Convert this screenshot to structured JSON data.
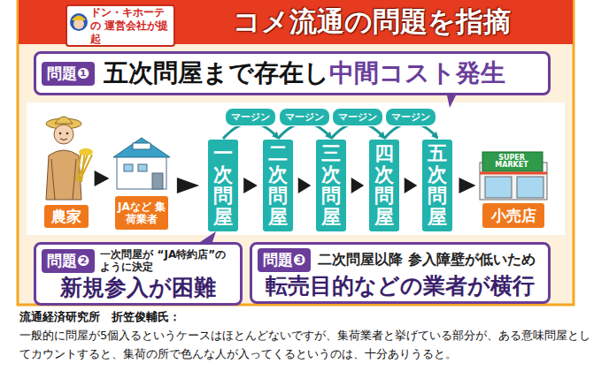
{
  "diagram": {
    "title": "コメ流通の問題を指摘",
    "nodes": [
      {
        "text": [
          "ドン・キホーテの 運営会社が提起"
        ]
      },
      {
        "text": [
          "問題❶",
          "五次問屋まで存在し",
          "中間コスト発生"
        ]
      },
      {
        "text": [
          "農家"
        ]
      },
      {
        "text": [
          "JAなど 集荷業者"
        ]
      },
      {
        "text": [
          "一次問屋"
        ]
      },
      {
        "text": [
          "二次問屋"
        ]
      },
      {
        "text": [
          "三次問屋"
        ]
      },
      {
        "text": [
          "四次問屋"
        ]
      },
      {
        "text": [
          "五次問屋"
        ]
      },
      {
        "text": [
          "小売店"
        ]
      },
      {
        "text": [
          "問題❷",
          "一次問屋が “JA特約店”のように決定",
          "新規参入が困難"
        ]
      },
      {
        "text": [
          "問題❸",
          "二次問屋以降 参入障壁が低いため",
          "転売目的などの業者が横行"
        ]
      }
    ],
    "edges": [
      {
        "from": 2,
        "to": 3,
        "arrow": "to"
      },
      {
        "from": 3,
        "to": 4,
        "arrow": "to"
      },
      {
        "from": 4,
        "to": 5,
        "arrow": "to"
      },
      {
        "from": 5,
        "to": 6,
        "arrow": "to"
      },
      {
        "from": 6,
        "to": 7,
        "arrow": "to"
      },
      {
        "from": 7,
        "to": 8,
        "arrow": "to"
      },
      {
        "from": 8,
        "to": 9,
        "arrow": "to"
      },
      {
        "from": 4,
        "to": 5,
        "label": "マージン",
        "arrow": "to"
      },
      {
        "from": 5,
        "to": 6,
        "label": "マージン",
        "arrow": "to"
      },
      {
        "from": 6,
        "to": 7,
        "label": "マージン",
        "arrow": "to"
      },
      {
        "from": 7,
        "to": 8,
        "label": "マージン",
        "arrow": "to"
      }
    ],
    "labels": [
      "SUPER MARKET",
      "流通経済研究所　折笠俊輔氏：",
      "一般的に問屋が5個入るというケースはほとんどないですが、集荷業者と挙げている部分が、ある意味問屋としてカウントすると、集荷の所で色んな人が入ってくるというのは、十分ありうると。"
    ]
  }
}
